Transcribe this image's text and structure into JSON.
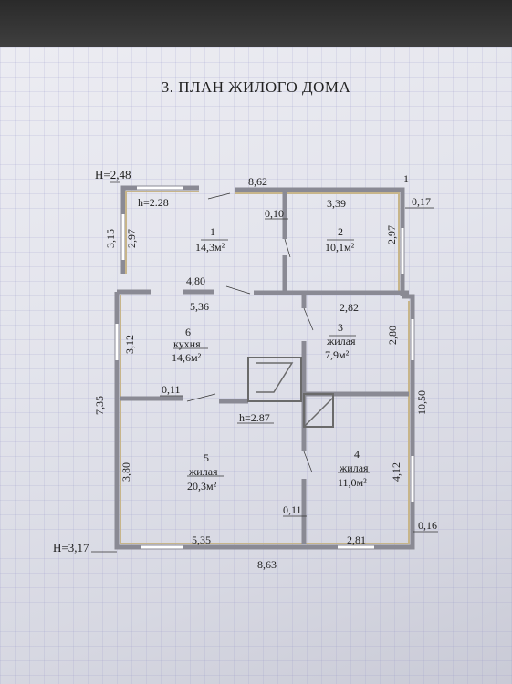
{
  "title": "3. ПЛАН ЖИЛОГО ДОМА",
  "markers": {
    "h_outer_top": "H=2,48",
    "h_outer_bottom": "H=3,17",
    "h_room1": "h=2.28",
    "h_kitchen": "h=2.87",
    "corner_mark": "1"
  },
  "dimensions": {
    "top_total": "8,62",
    "top_right_room": "3,39",
    "wall_thickness_right": "0,17",
    "room1_height_outer": "3,15",
    "room1_height_inner": "2,97",
    "room2_height_inner": "2,97",
    "partition_thickness": "0,10",
    "room1_bottom_outer": "4,80",
    "room1_bottom_inner": "5,36",
    "room3_width": "2,82",
    "room3_height": "2,80",
    "kitchen_height": "3,12",
    "left_height_total": "7,35",
    "kitchen_partition_thickness": "0,11",
    "right_total_height": "10,50",
    "room5_height": "3,80",
    "room4_height": "4,12",
    "wall_thickness_bottom_partition": "0,11",
    "wall_thickness_bottom_right": "0,16",
    "room5_width": "5,35",
    "room4_width": "2,81",
    "bottom_total": "8,63"
  },
  "rooms": [
    {
      "number": "1",
      "name": "",
      "area": "14,3м²"
    },
    {
      "number": "2",
      "name": "",
      "area": "10,1м²"
    },
    {
      "number": "3",
      "name": "жилая",
      "area": "7,9м²"
    },
    {
      "number": "6",
      "name": "кухня",
      "area": "14,6м²"
    },
    {
      "number": "5",
      "name": "жилая",
      "area": "20,3м²"
    },
    {
      "number": "4",
      "name": "жилая",
      "area": "11,0м²"
    }
  ]
}
